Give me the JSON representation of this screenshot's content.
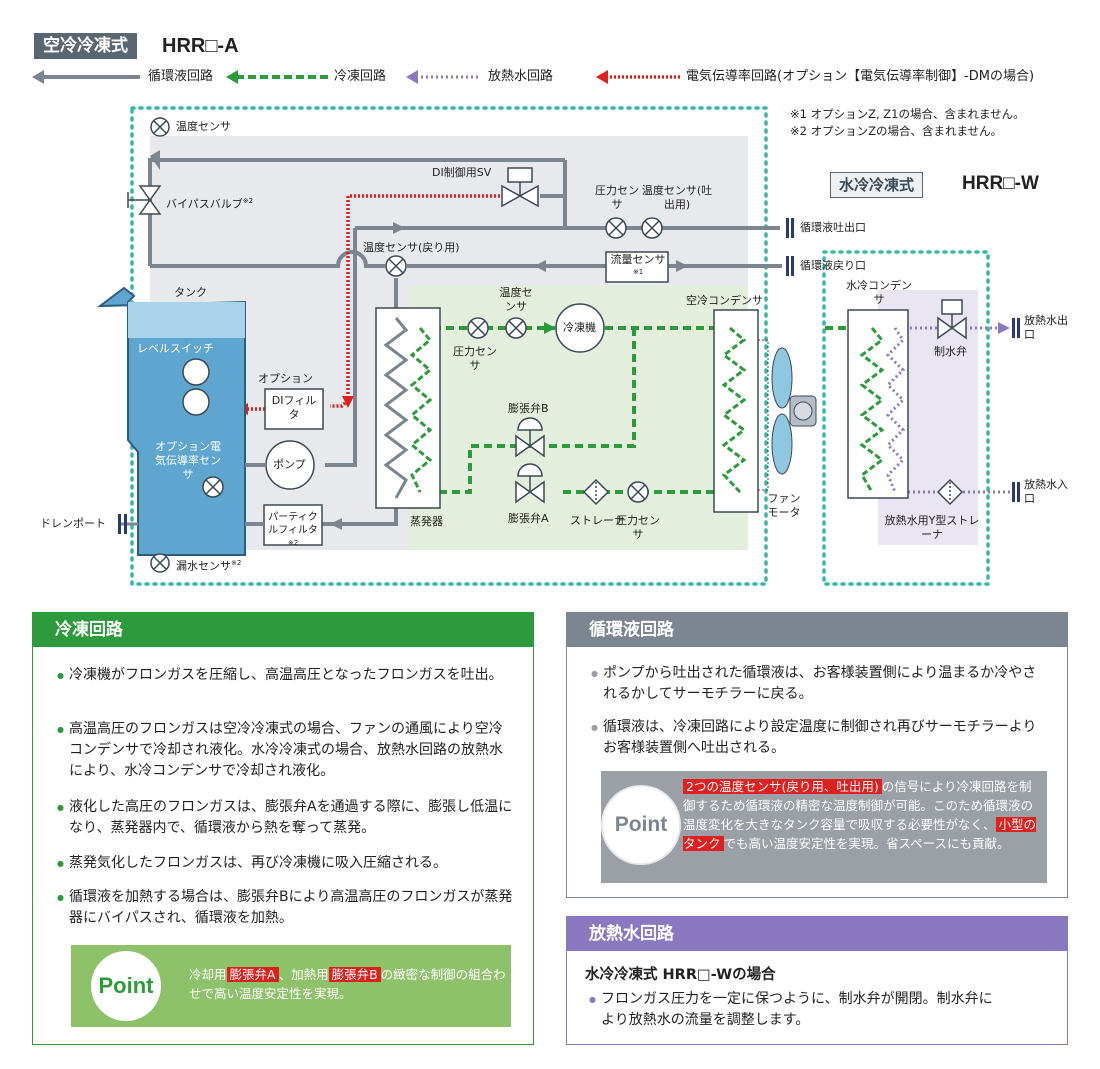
{
  "header": {
    "badge": "空冷冷凍式",
    "model": "HRR□-A"
  },
  "legend": [
    {
      "label": "循環液回路",
      "color": "#7b8690"
    },
    {
      "label": "冷凍回路",
      "color": "#2d9b3b"
    },
    {
      "label": "放熱水回路",
      "color": "#8a79c0"
    },
    {
      "label": "電気伝導率回路(オプション【電気伝導率制御】-DMの場合)",
      "color": "#e0201d"
    }
  ],
  "notes": [
    "※1 オプションZ, Z1の場合、含まれません。",
    "※2 オプションZの場合、含まれません。"
  ],
  "water_cooled": {
    "badge": "水冷冷凍式",
    "model": "HRR□-W"
  },
  "labels": {
    "temp_sensor_top": "温度センサ",
    "bypass_valve": "バイパスバルブ",
    "sup2": "※2",
    "sup1": "※1",
    "di_sv": "DI制御用SV",
    "pressure_sensor": "圧力センサ",
    "temp_sensor_out": "温度センサ(吐出用)",
    "outlet": "循環液吐出口",
    "return": "循環液戻り口",
    "flow_sensor": "流量センサ",
    "temp_sensor_return": "温度センサ(戻り用)",
    "tank": "タンク",
    "level_switch": "レベルスイッチ",
    "option": "オプション",
    "di_filter": "DIフィルタ",
    "cond_sensor": "オプション電気伝導率センサ",
    "pump": "ポンプ",
    "particle_filter": "パーティクルフィルタ",
    "drain": "ドレンポート",
    "leak_sensor": "漏水センサ",
    "evaporator": "蒸発器",
    "temp_sensor_ref": "温度センサ",
    "pressure_sensor_ref": "圧力センサ",
    "compressor": "冷凍機",
    "air_condenser": "空冷コンデンサ",
    "exp_b": "膨張弁B",
    "exp_a": "膨張弁A",
    "strainer": "ストレーナ",
    "pressure_sensor_low": "圧力センサ",
    "fan_motor": "ファンモータ",
    "water_condenser": "水冷コンデンサ",
    "water_valve": "制水弁",
    "rad_out": "放熱水出口",
    "rad_in": "放熱水入口",
    "y_strainer": "放熱水用Y型ストレーナ"
  },
  "panels": {
    "refrigeration": {
      "title": "冷凍回路",
      "bullets": [
        "冷凍機がフロンガスを圧縮し、高温高圧となったフロンガスを吐出。",
        "高温高圧のフロンガスは空冷冷凍式の場合、ファンの通風により空冷コンデンサで冷却され液化。水冷冷凍式の場合、放熱水回路の放熱水により、水冷コンデンサで冷却され液化。",
        "液化した高圧のフロンガスは、膨張弁Aを通過する際に、膨張し低温になり、蒸発器内で、循環液から熱を奪って蒸発。",
        "蒸発気化したフロンガスは、再び冷凍機に吸入圧縮される。",
        "循環液を加熱する場合は、膨張弁Bにより高温高圧のフロンガスが蒸発器にバイパスされ、循環液を加熱。"
      ],
      "point": {
        "label": "Point",
        "t1": "冷却用",
        "tagA": "膨張弁A",
        "t2": "、加熱用",
        "tagB": "膨張弁B",
        "t3": "の緻密な制御の組合わせで高い温度安定性を実現。"
      }
    },
    "circulation": {
      "title": "循環液回路",
      "bullets": [
        "ポンプから吐出された循環液は、お客様装置側により温まるか冷やされるかしてサーモチラーに戻る。",
        "循環液は、冷凍回路により設定温度に制御され再びサーモチラーよりお客様装置側へ吐出される。"
      ],
      "point": {
        "label": "Point",
        "tag1": "2つの温度センサ(戻り用、吐出用)",
        "t1": "の信号により冷凍回路を制御するため循環液の精密な温度制御が可能。このため循環液の温度変化を大きなタンク容量で吸収する必要性がなく、",
        "tag2": "小型のタンク",
        "t2": "でも高い温度安定性を実現。省スペースにも貢献。"
      }
    },
    "radiation": {
      "title": "放熱水回路",
      "subtitle": "水冷冷凍式 HRR□-Wの場合",
      "bullets": [
        "フロンガス圧力を一定に保つように、制水弁が開閉。制水弁により放熱水の流量を調整します。"
      ]
    }
  }
}
